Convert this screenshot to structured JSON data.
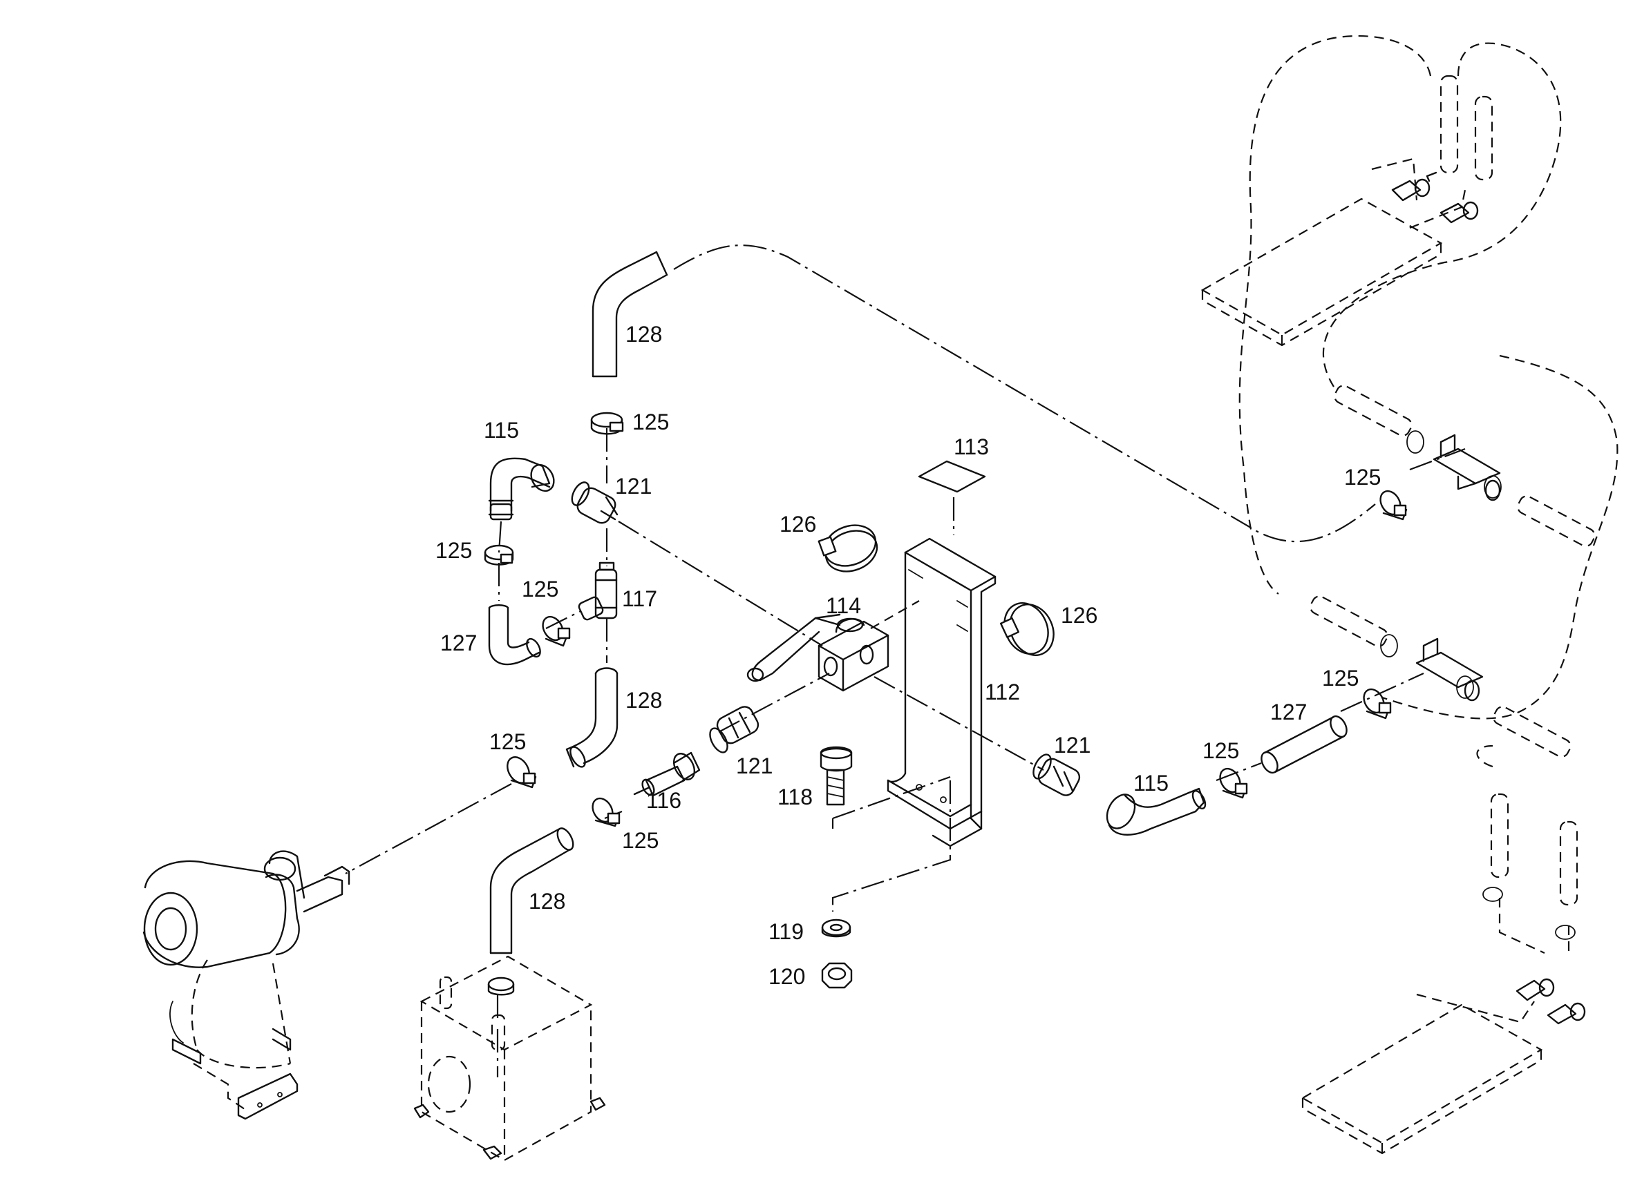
{
  "diagram": {
    "labels": {
      "p112": "112",
      "p113": "113",
      "p114": "114",
      "p115a": "115",
      "p115b": "115",
      "p116": "116",
      "p117": "117",
      "p118": "118",
      "p119": "119",
      "p120": "120",
      "p121a": "121",
      "p121b": "121",
      "p121c": "121",
      "p125a": "125",
      "p125b": "125",
      "p125c": "125",
      "p125d": "125",
      "p125e": "125",
      "p125f": "125",
      "p125g": "125",
      "p126a": "126",
      "p126b": "126",
      "p127a": "127",
      "p127b": "127",
      "p128a": "128",
      "p128b": "128",
      "p128c": "128"
    }
  }
}
